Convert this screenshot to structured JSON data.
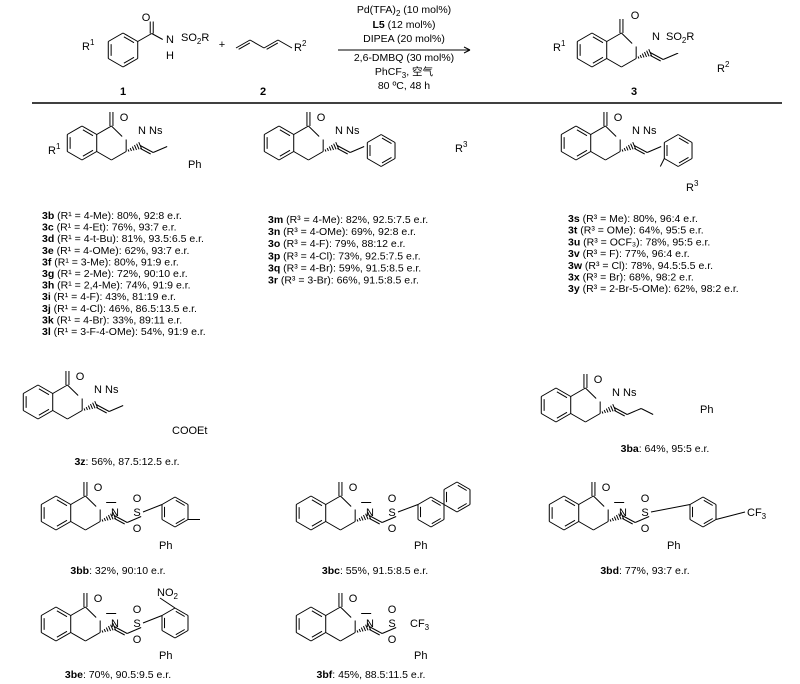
{
  "reaction": {
    "reactant1": {
      "number": "1",
      "r_group": "R",
      "r_sup": "1",
      "nh": "H",
      "n": "N",
      "so2r": "SO",
      "so2r_sub": "2",
      "so2r_tail": "R",
      "o": "O"
    },
    "plus": "+",
    "reactant2": {
      "number": "2",
      "r_group": "R",
      "r_sup": "2"
    },
    "conditions": {
      "line1": "Pd(TFA)",
      "line1_sub": "2",
      "line1_tail": " (10 mol%)",
      "line2_bold": "L5",
      "line2_tail": " (12 mol%)",
      "line3": "DIPEA (20 mol%)",
      "line4": "2,6-DMBQ (30 mol%)",
      "line5": "PhCF",
      "line5_sub": "3",
      "line5_tail": ", 空气",
      "line6": "80 ºC, 48 h"
    },
    "product": {
      "number": "3",
      "r1": "R",
      "r1_sup": "1",
      "r2": "R",
      "r2_sup": "2",
      "so2r": "SO",
      "so2r_sub": "2",
      "so2r_tail": "R",
      "n": "N",
      "o": "O"
    }
  },
  "groups": {
    "A": {
      "r1": "R",
      "r1_sup": "1",
      "ns": "Ns",
      "ph": "Ph",
      "n": "N",
      "o": "O",
      "entries": [
        {
          "id": "3b",
          "label": " (R¹ = 4-Me): 80%, 92:8 e.r."
        },
        {
          "id": "3c",
          "label": " (R¹ = 4-Et): 76%, 93:7 e.r."
        },
        {
          "id": "3d",
          "label": " (R¹ = 4-t-Bu): 81%, 93.5:6.5 e.r."
        },
        {
          "id": "3e",
          "label": " (R¹ = 4-OMe): 62%, 93:7 e.r."
        },
        {
          "id": "3f",
          "label": " (R¹ = 3-Me): 80%, 91:9 e.r."
        },
        {
          "id": "3g",
          "label": " (R¹ = 2-Me): 72%, 90:10 e.r."
        },
        {
          "id": "3h",
          "label": " (R¹ = 2,4-Me): 74%, 91:9 e.r."
        },
        {
          "id": "3i",
          "label": " (R¹ = 4-F): 43%, 81:19 e.r."
        },
        {
          "id": "3j",
          "label": " (R¹ = 4-Cl): 46%, 86.5:13.5 e.r."
        },
        {
          "id": "3k",
          "label": " (R¹ = 4-Br): 33%, 89:11 e.r."
        },
        {
          "id": "3l",
          "label": " (R¹ = 3-F-4-OMe): 54%, 91:9 e.r."
        }
      ]
    },
    "B": {
      "r3": "R",
      "r3_sup": "3",
      "ns": "Ns",
      "n": "N",
      "o": "O",
      "entries": [
        {
          "id": "3m",
          "label": " (R³ = 4-Me): 82%, 92.5:7.5 e.r."
        },
        {
          "id": "3n",
          "label": " (R³ = 4-OMe): 69%, 92:8 e.r."
        },
        {
          "id": "3o",
          "label": " (R³ = 4-F): 79%, 88:12 e.r."
        },
        {
          "id": "3p",
          "label": " (R³ = 4-Cl): 73%, 92.5:7.5 e.r."
        },
        {
          "id": "3q",
          "label": " (R³ = 4-Br): 59%, 91.5:8.5 e.r."
        },
        {
          "id": "3r",
          "label": " (R³ = 3-Br): 66%, 91.5:8.5 e.r."
        }
      ]
    },
    "C": {
      "r3": "R",
      "r3_sup": "3",
      "ns": "Ns",
      "n": "N",
      "o": "O",
      "entries": [
        {
          "id": "3s",
          "label": " (R³ = Me): 80%, 96:4 e.r."
        },
        {
          "id": "3t",
          "label": " (R³ = OMe): 64%, 95:5 e.r."
        },
        {
          "id": "3u",
          "label": " (R³ = OCF₃): 78%, 95:5 e.r."
        },
        {
          "id": "3v",
          "label": " (R³ = F): 77%, 96:4 e.r."
        },
        {
          "id": "3w",
          "label": " (R³ = Cl): 78%, 94.5:5.5 e.r."
        },
        {
          "id": "3x",
          "label": " (R³ = Br): 68%, 98:2 e.r."
        },
        {
          "id": "3y",
          "label": " (R³ = 2-Br-5-OMe): 62%, 98:2 e.r."
        }
      ]
    }
  },
  "singles": {
    "3z": {
      "id": "3z",
      "label": ": 56%, 87.5:12.5 e.r.",
      "ns": "Ns",
      "sub": "COOEt",
      "n": "N",
      "o": "O"
    },
    "3ba": {
      "id": "3ba",
      "label": ": 64%, 95:5 e.r.",
      "ns": "Ns",
      "sub": "Ph",
      "n": "N",
      "o": "O"
    },
    "3bb": {
      "id": "3bb",
      "label": ": 32%, 90:10 e.r.",
      "s": "S",
      "ph": "Ph",
      "n": "N",
      "o": "O"
    },
    "3bc": {
      "id": "3bc",
      "label": ": 55%, 91.5:8.5 e.r.",
      "s": "S",
      "ph": "Ph",
      "n": "N",
      "o": "O"
    },
    "3bd": {
      "id": "3bd",
      "label": ": 77%, 93:7 e.r.",
      "s": "S",
      "ph": "Ph",
      "cf3": "CF",
      "cf3_sub": "3",
      "n": "N",
      "o": "O"
    },
    "3be": {
      "id": "3be",
      "label": ": 70%, 90.5:9.5 e.r.",
      "s": "S",
      "ph": "Ph",
      "no2": "NO",
      "no2_sub": "2",
      "n": "N",
      "o": "O"
    },
    "3bf": {
      "id": "3bf",
      "label": ": 45%, 88.5:11.5 e.r.",
      "s": "S",
      "ph": "Ph",
      "cf3": "CF",
      "cf3_sub": "3",
      "n": "N",
      "o": "O"
    }
  }
}
